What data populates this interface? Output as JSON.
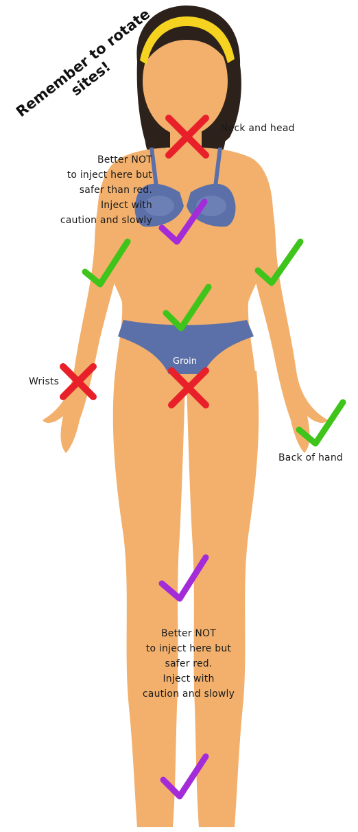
{
  "reminder": {
    "line1": "Remember to rotate",
    "line2": "sites!"
  },
  "labels": {
    "neck_and_head": "Neck and head",
    "upper_caution": [
      "Better NOT",
      "to inject here but",
      "safer than red.",
      "Inject with",
      "caution and slowly"
    ],
    "wrists": "Wrists",
    "groin": "Groin",
    "back_of_hand": "Back of hand",
    "lower_caution": [
      "Better NOT",
      "to inject here but",
      "safer red.",
      "Inject with",
      "caution and slowly"
    ]
  },
  "legend_colors": {
    "avoid": "#e8202a",
    "safe": "#3ec41a",
    "caution": "#a42bd8",
    "skin": "#f2b06c",
    "underwear": "#5b6fa8",
    "hair": "#2d221b",
    "headband": "#f5d320"
  }
}
